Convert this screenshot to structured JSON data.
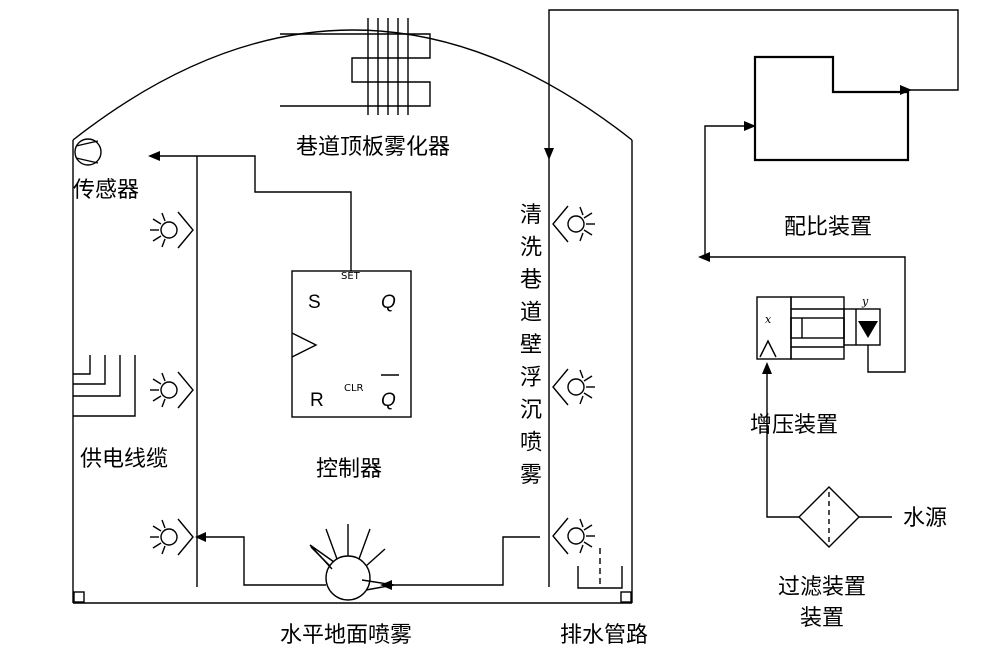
{
  "labels": {
    "atomizer": "巷道顶板雾化器",
    "sensor": "传感器",
    "power_cable": "供电线缆",
    "controller": "控制器",
    "wash_spray": "清洗巷道壁浮沉喷雾",
    "ground_spray": "水平地面喷雾",
    "drain": "排水管路",
    "ratio_device": "配比装置",
    "booster": "增压装置",
    "water_source": "水源",
    "filter_line1": "过滤装置",
    "filter_line2": "装置"
  },
  "flipflop": {
    "s": "S",
    "r": "R",
    "q": "Q",
    "qbar": "Q",
    "set": "SET",
    "clr": "CLR"
  },
  "pump_letters": {
    "x": "x",
    "y": "y"
  }
}
